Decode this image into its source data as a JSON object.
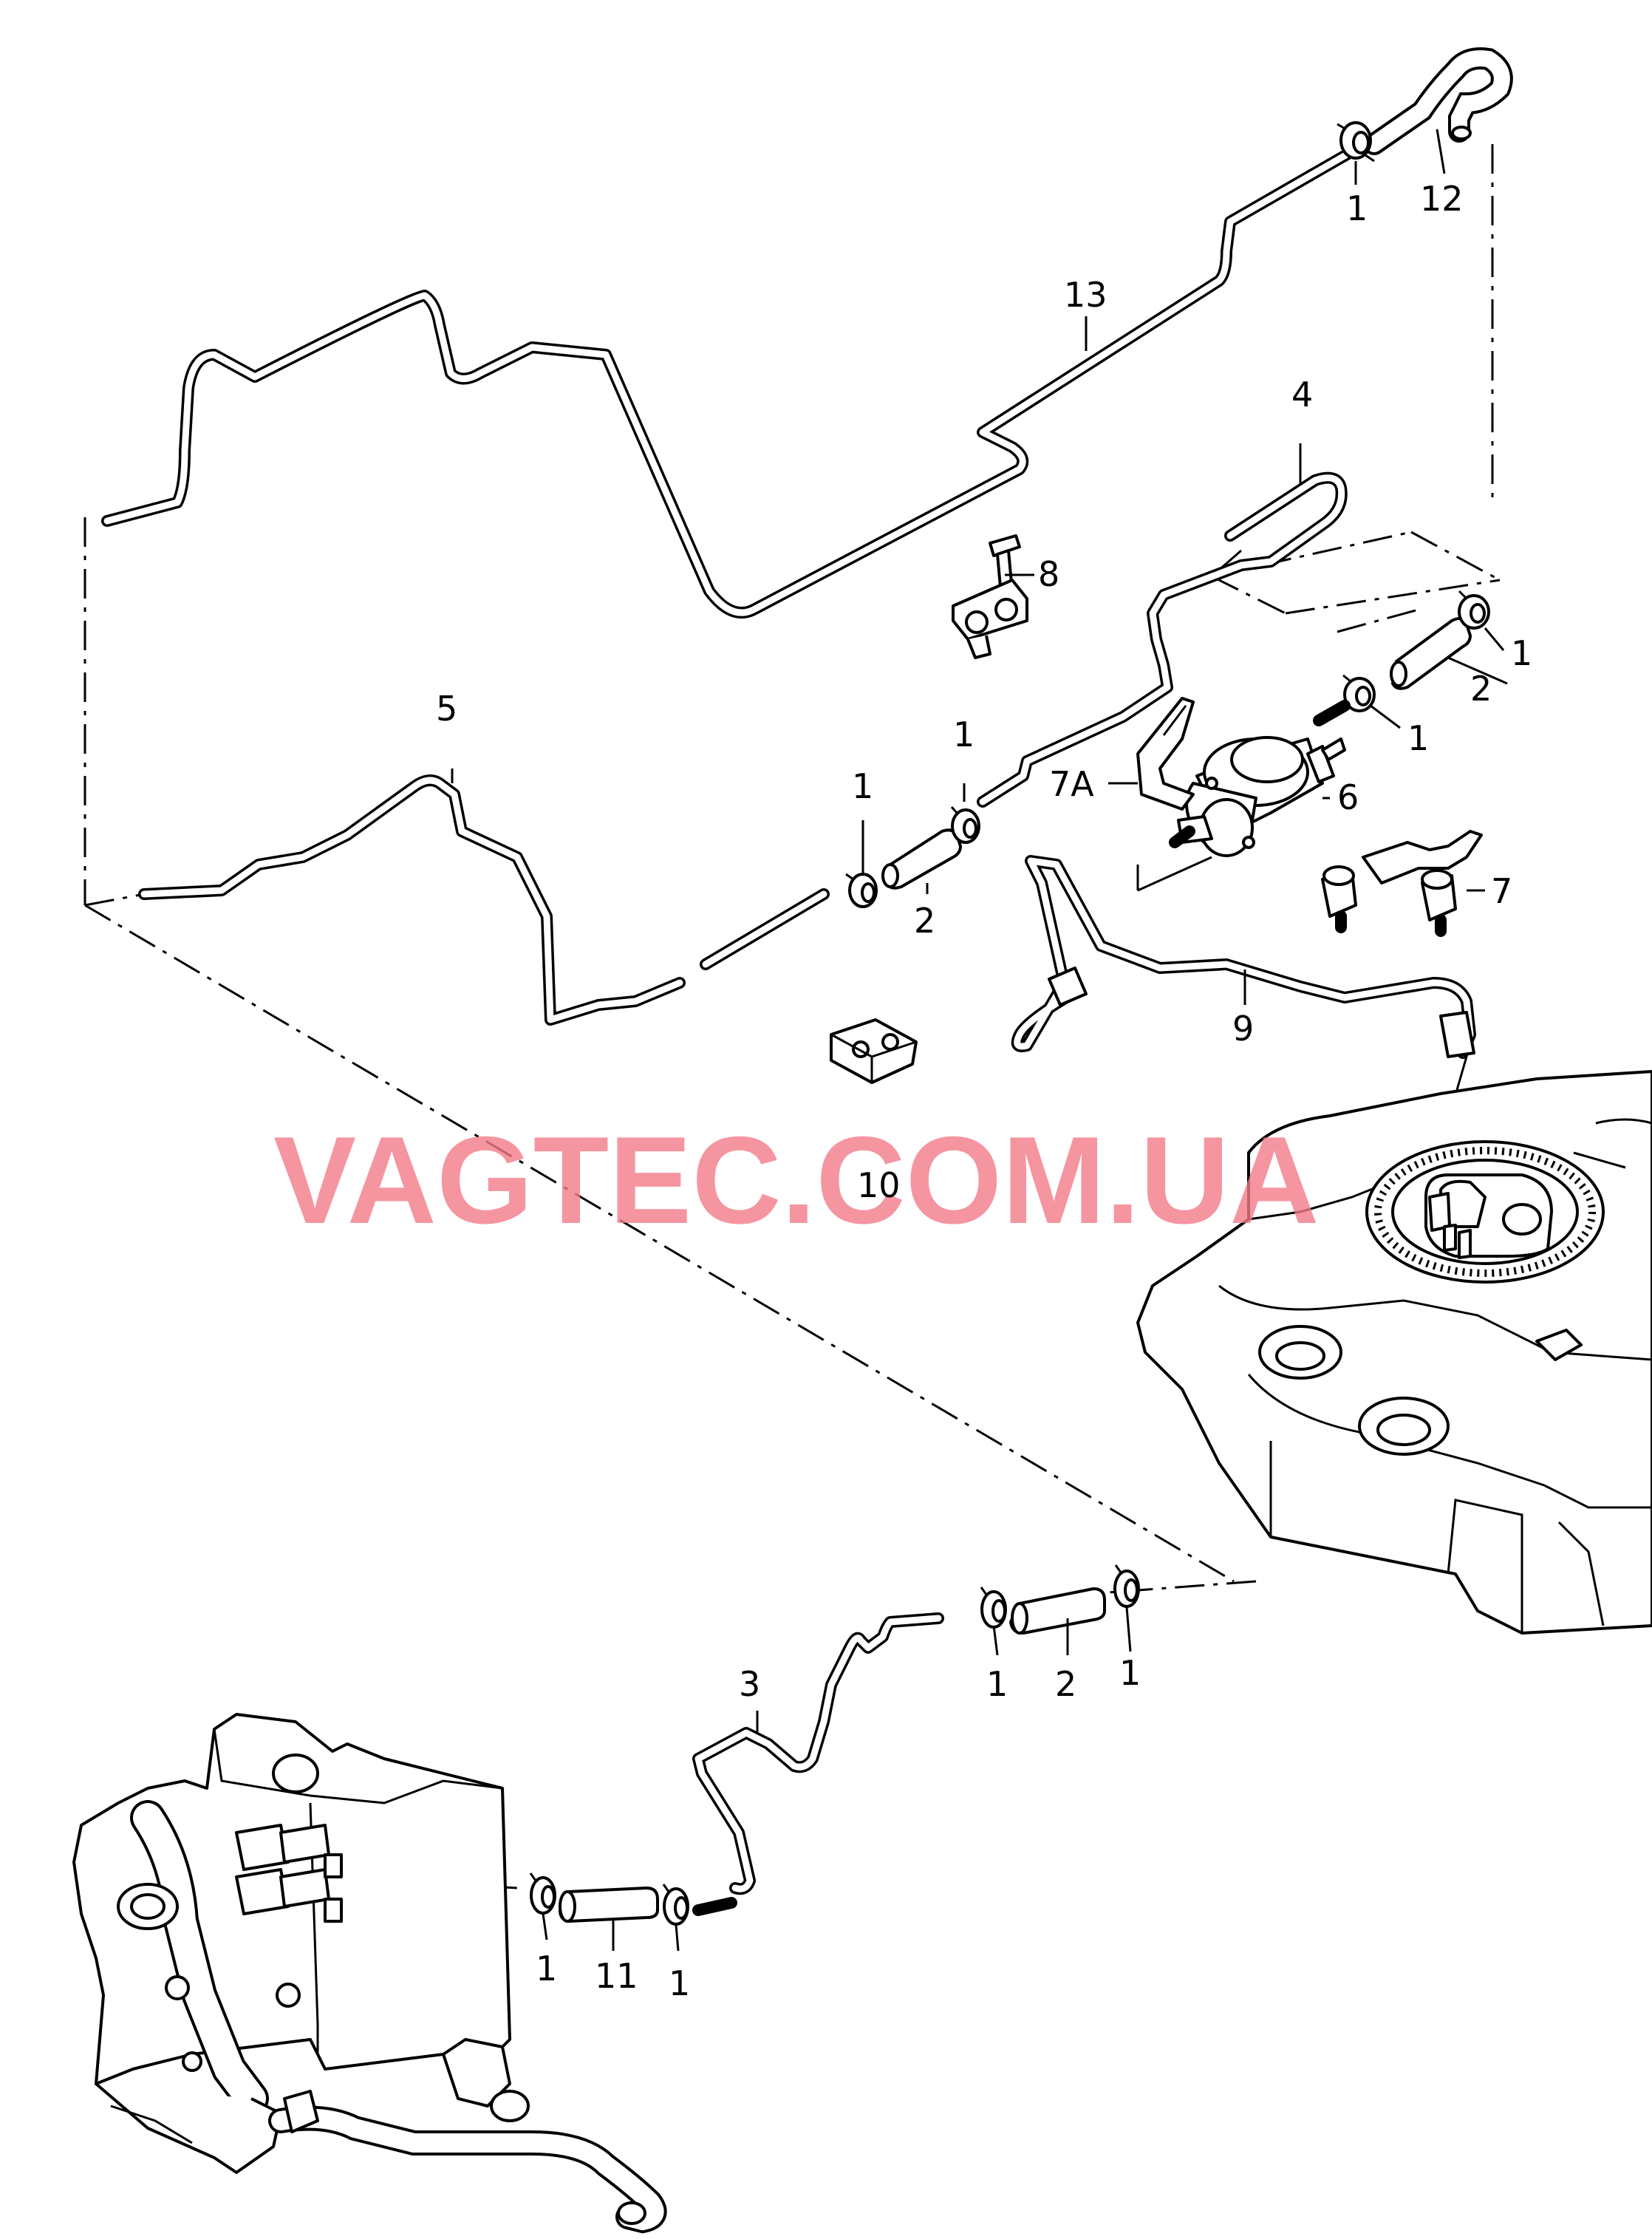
{
  "watermark": "VAGTEC.COM.UA",
  "callouts": {
    "c1a": "1",
    "c12": "12",
    "c13": "13",
    "c4": "4",
    "c8": "8",
    "c1b": "1",
    "c2a": "2",
    "c1c": "1",
    "c1d": "1",
    "c7A": "7A",
    "c6": "6",
    "c5": "5",
    "c1e": "1",
    "c2b": "2",
    "c1f": "1",
    "c7": "7",
    "c9": "9",
    "c10": "10",
    "c3": "3",
    "c1g": "1",
    "c2c": "2",
    "c1h": "1",
    "c1i": "1",
    "c11": "11",
    "c1j": "1"
  }
}
